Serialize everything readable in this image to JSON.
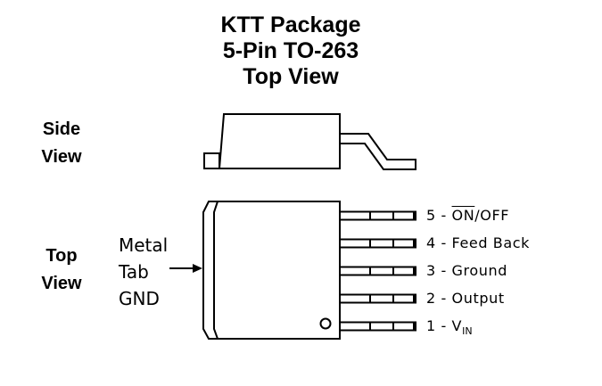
{
  "title": {
    "line1": "KTT Package",
    "line2": "5-Pin TO-263",
    "line3": "Top View"
  },
  "side_view_label": {
    "line1": "Side",
    "line2": "View"
  },
  "top_view_label": {
    "line1": "Top",
    "line2": "View"
  },
  "tab_label": {
    "line1": "Metal",
    "line2": "Tab",
    "line3": "GND"
  },
  "pins": [
    {
      "number": "5",
      "separator": "-",
      "name_overline": "ON",
      "name_rest": "/OFF"
    },
    {
      "number": "4",
      "separator": "-",
      "name": "Feed Back"
    },
    {
      "number": "3",
      "separator": "-",
      "name": "Ground"
    },
    {
      "number": "2",
      "separator": "-",
      "name": "Output"
    },
    {
      "number": "1",
      "separator": "-",
      "name_main": "V",
      "name_sub": "IN"
    }
  ]
}
